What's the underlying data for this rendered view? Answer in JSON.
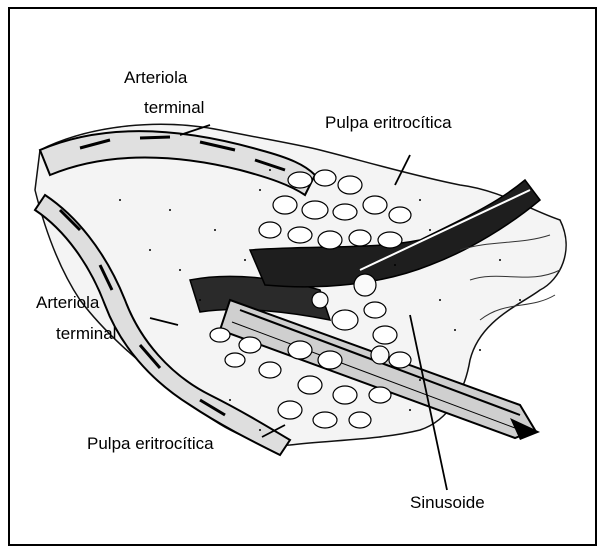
{
  "labels": {
    "arteriola_top_line1": "Arteriola",
    "arteriola_top_line2": "terminal",
    "arteriola_left_line1": "Arteriola",
    "arteriola_left_line2": "terminal",
    "pulpa_top": "Pulpa eritrocítica",
    "pulpa_bottom": "Pulpa eritrocítica",
    "sinusoide": "Sinusoide"
  }
}
